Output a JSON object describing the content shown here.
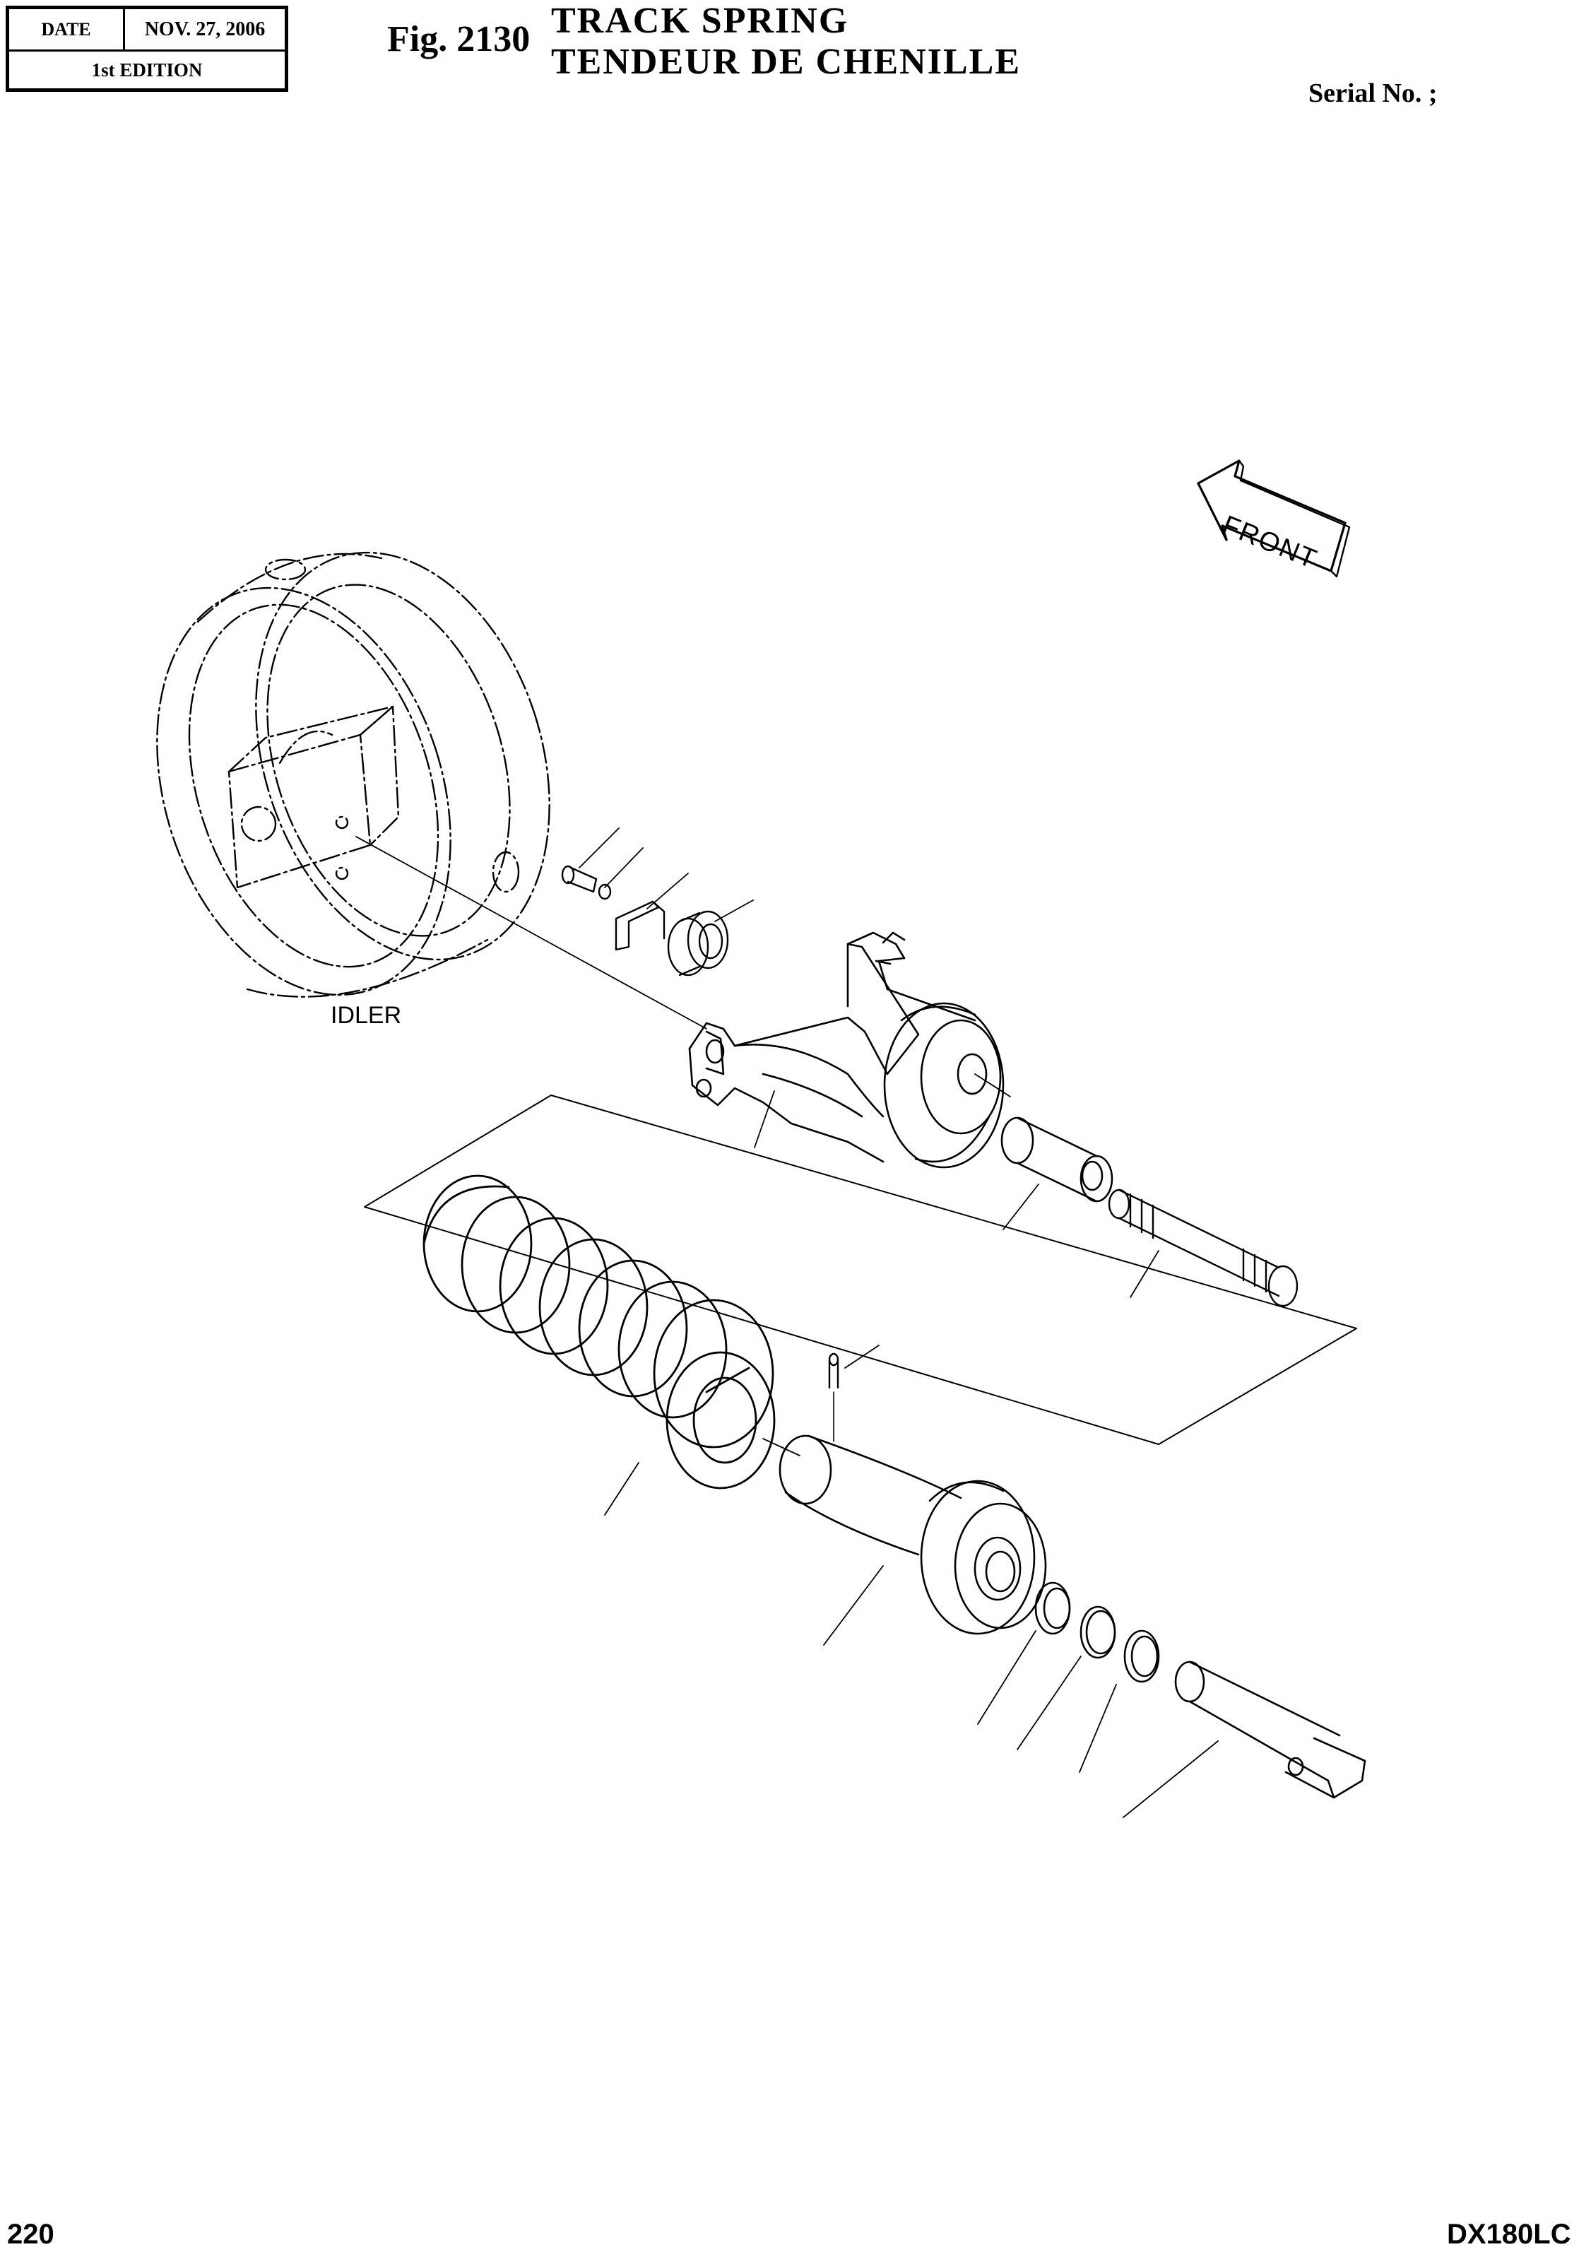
{
  "header": {
    "date_label": "DATE",
    "date_value": "NOV. 27, 2006",
    "edition": "1st EDITION",
    "figure": "Fig. 2130",
    "title_en": "TRACK  SPRING",
    "title_fr": "TENDEUR  DE  CHENILLE",
    "serial": "Serial No. ;"
  },
  "diagram": {
    "idler_label": "IDLER",
    "direction_label": "FRONT",
    "line_color": "#000000"
  },
  "footer": {
    "page_number": "220",
    "model": "DX180LC"
  }
}
